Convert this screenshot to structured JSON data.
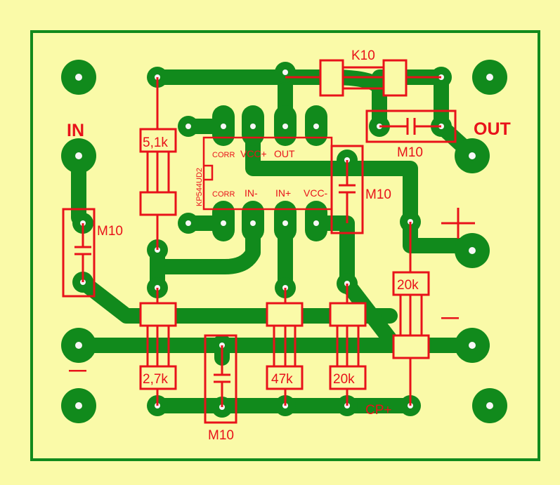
{
  "colors": {
    "board": "#fafaa8",
    "copper": "#118a1c",
    "silkscreen": "#e8121a",
    "drill": "#f7f7f7"
  },
  "labels": {
    "in": "IN",
    "out": "OUT",
    "plus": "+",
    "minus_right": "—",
    "minus_left": "—",
    "cp": "CP+"
  },
  "components": {
    "r_k10": "K10",
    "c_out": "M10",
    "r_5k1": "5,1k",
    "c_in": "M10",
    "c_dec": "M10",
    "r_20k_right": "20k",
    "r_2k7": "2,7k",
    "c_bottom": "M10",
    "r_47k": "47k",
    "r_20k_mid": "20k"
  },
  "ic": {
    "name": "KP544UD2",
    "top_pins": [
      "CORR",
      "VCC+",
      "OUT"
    ],
    "bottom_pins": [
      "CORR",
      "IN-",
      "IN+",
      "VCC-"
    ]
  }
}
